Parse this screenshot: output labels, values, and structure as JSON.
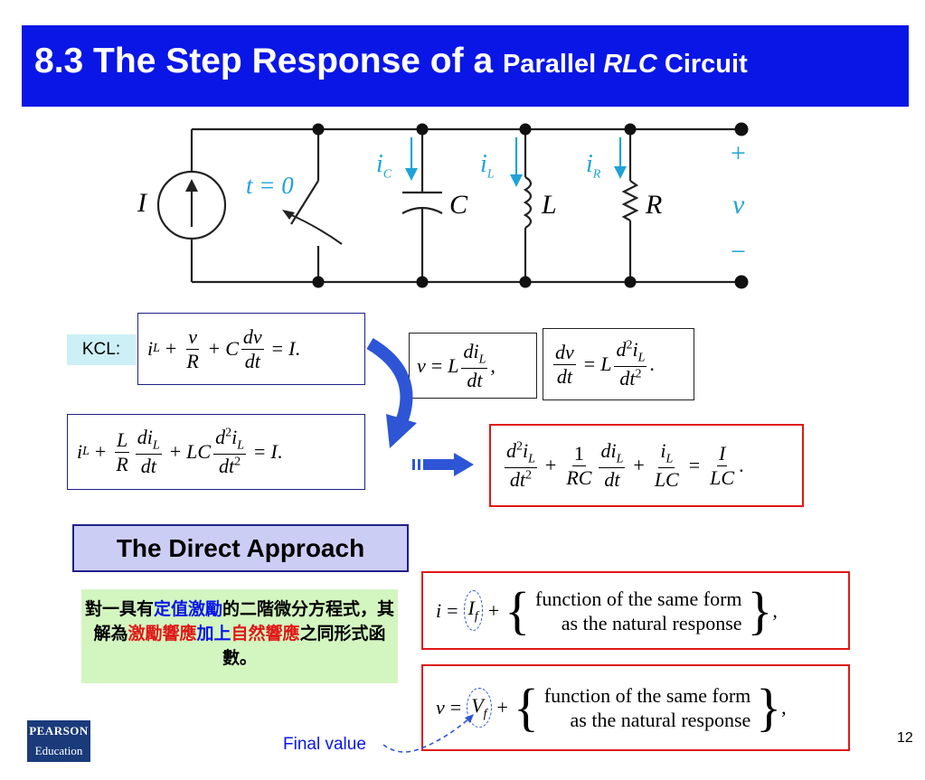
{
  "title": {
    "main": "8.3 The Step Response of a ",
    "sub_a": "Parallel ",
    "sub_rlc": "RLC",
    "sub_b": " Circuit"
  },
  "circuit": {
    "source_label": "I",
    "switch_label": "t = 0",
    "current_c": "i",
    "current_c_sub": "C",
    "current_l": "i",
    "current_l_sub": "L",
    "current_r": "i",
    "current_r_sub": "R",
    "cap_label": "C",
    "ind_label": "L",
    "res_label": "R",
    "plus": "+",
    "v_label": "v",
    "minus": "−"
  },
  "kcl_label": "KCL:",
  "section_title": "The Direct Approach",
  "chinese_note": {
    "p1": "對一具有",
    "p2": "定值激勵",
    "p3": "的二階微分方程式，其解為",
    "p4": "激勵響應",
    "p5": "加上",
    "p6": "自然響應",
    "p7": "之同形式函數。"
  },
  "brace_text": {
    "line1": "function of the same form",
    "line2": "as the natural response"
  },
  "final_value_label": "Final value",
  "logo": {
    "line1": "PEARSON",
    "line2": "Education"
  },
  "page_number": "12",
  "colors": {
    "title_bar": "#0a16e6",
    "accent_blue": "#0a16e6",
    "accent_red": "#e01818",
    "circuit_current": "#1fa3d6",
    "kcl_bg": "#cdf0f7",
    "section_bg": "#cccdf4",
    "note_bg": "#d3f5c0"
  }
}
